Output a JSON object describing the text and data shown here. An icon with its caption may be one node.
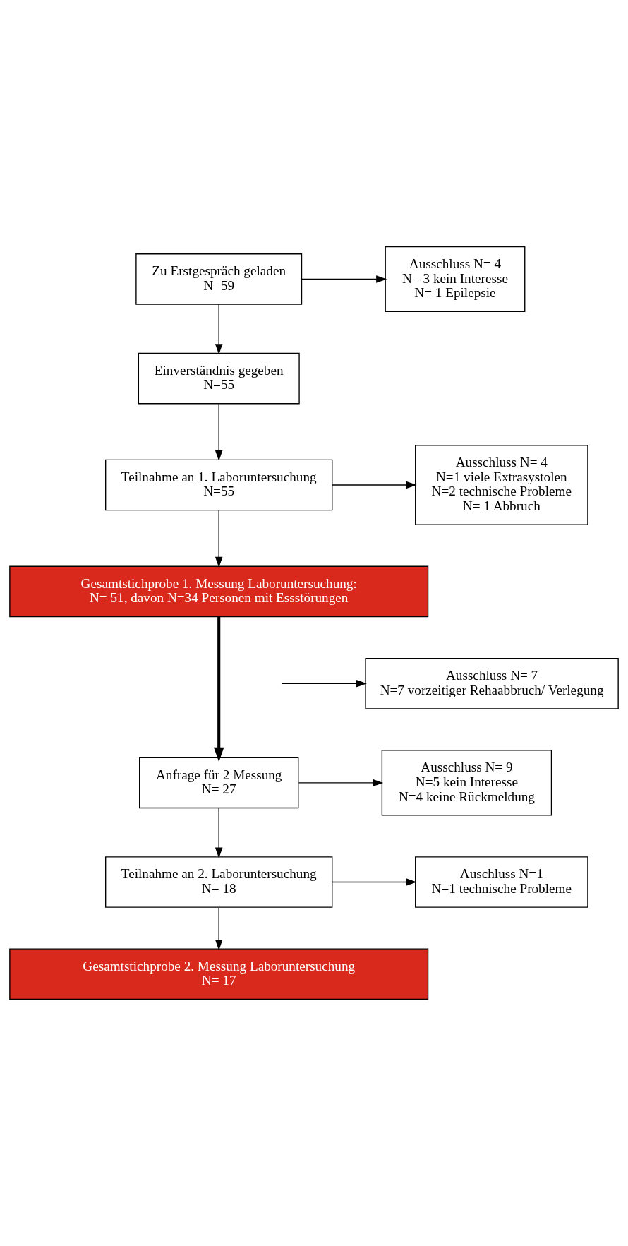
{
  "diagram": {
    "nodes": [
      {
        "text": [
          "Zu Erstgespräch geladen",
          "N=59"
        ]
      },
      {
        "text": [
          "Ausschluss N= 4",
          "N= 3 kein Interesse",
          "N= 1 Epilepsie"
        ]
      },
      {
        "text": [
          "Einverständnis gegeben",
          "N=55"
        ]
      },
      {
        "text": [
          "Teilnahme an 1. Laboruntersuchung",
          "N=55"
        ]
      },
      {
        "text": [
          "Ausschluss N= 4",
          "N=1 viele Extrasystolen",
          "N=2 technische Probleme",
          "N= 1 Abbruch"
        ]
      },
      {
        "text": [
          "Gesamtstichprobe 1. Messung Laboruntersuchung:",
          "N= 51, davon N=34 Personen mit Essstörungen"
        ]
      },
      {
        "text": [
          "Ausschluss N= 7",
          "N=7 vorzeitiger Rehaabbruch/ Verlegung"
        ]
      },
      {
        "text": [
          "Anfrage für 2 Messung",
          "N= 27"
        ]
      },
      {
        "text": [
          "Ausschluss N= 9",
          "N=5 kein Interesse",
          "N=4 keine Rückmeldung"
        ]
      },
      {
        "text": [
          "Teilnahme an 2. Laboruntersuchung",
          "N= 18"
        ]
      },
      {
        "text": [
          "Auschluss N=1",
          "N=1 technische Probleme"
        ]
      },
      {
        "text": [
          "Gesamtstichprobe 2. Messung Laboruntersuchung",
          "N= 17"
        ]
      }
    ],
    "edges": [
      {
        "from": 0,
        "to": 1,
        "arrow": "to"
      },
      {
        "from": 0,
        "to": 2,
        "arrow": "to"
      },
      {
        "from": 2,
        "to": 3,
        "arrow": "to"
      },
      {
        "from": 3,
        "to": 4,
        "arrow": "to"
      },
      {
        "from": 3,
        "to": 5,
        "arrow": "to"
      },
      {
        "from": null,
        "to": 6,
        "arrow": "to"
      },
      {
        "from": 5,
        "to": 7,
        "arrow": "to",
        "style": "thick"
      },
      {
        "from": 7,
        "to": 8,
        "arrow": "to"
      },
      {
        "from": 7,
        "to": 9,
        "arrow": "to"
      },
      {
        "from": 9,
        "to": 10,
        "arrow": "to"
      },
      {
        "from": 9,
        "to": 11,
        "arrow": "to"
      }
    ]
  }
}
